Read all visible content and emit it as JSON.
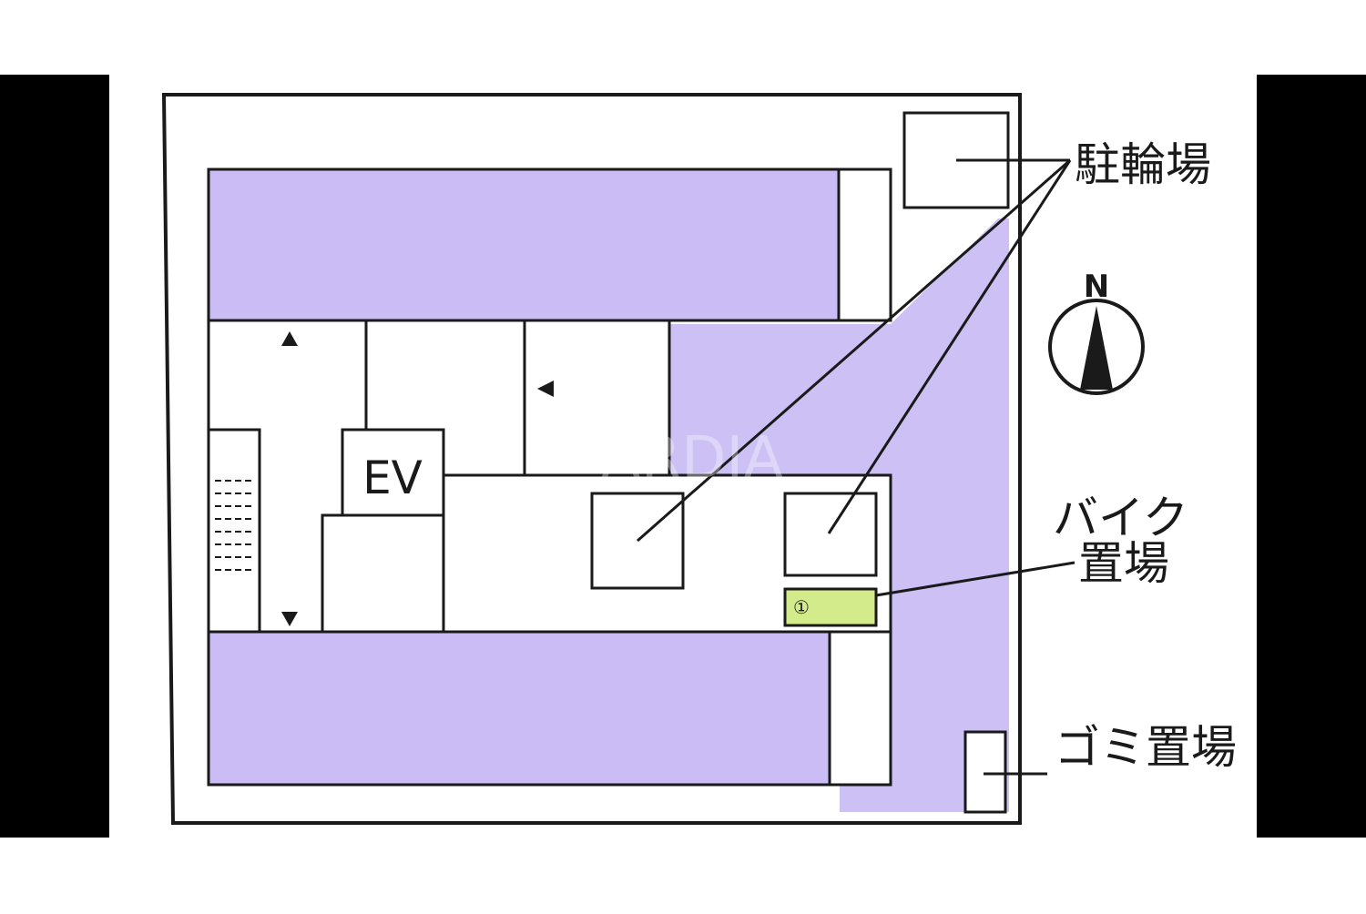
{
  "labels": {
    "bicycle_parking": "駐輪場",
    "bike_parking_line1": "バイク",
    "bike_parking_line2": "置場",
    "garbage": "ゴミ置場",
    "elevator": "EV",
    "north": "N",
    "bike_slot_number": "①",
    "watermark": "ARDIA"
  },
  "colors": {
    "building": "#cbbcf6",
    "plaza": "#ccc0f4",
    "bike_slot": "#d4eb8c",
    "line": "#1a1a1a",
    "side_bars": "#000000"
  }
}
